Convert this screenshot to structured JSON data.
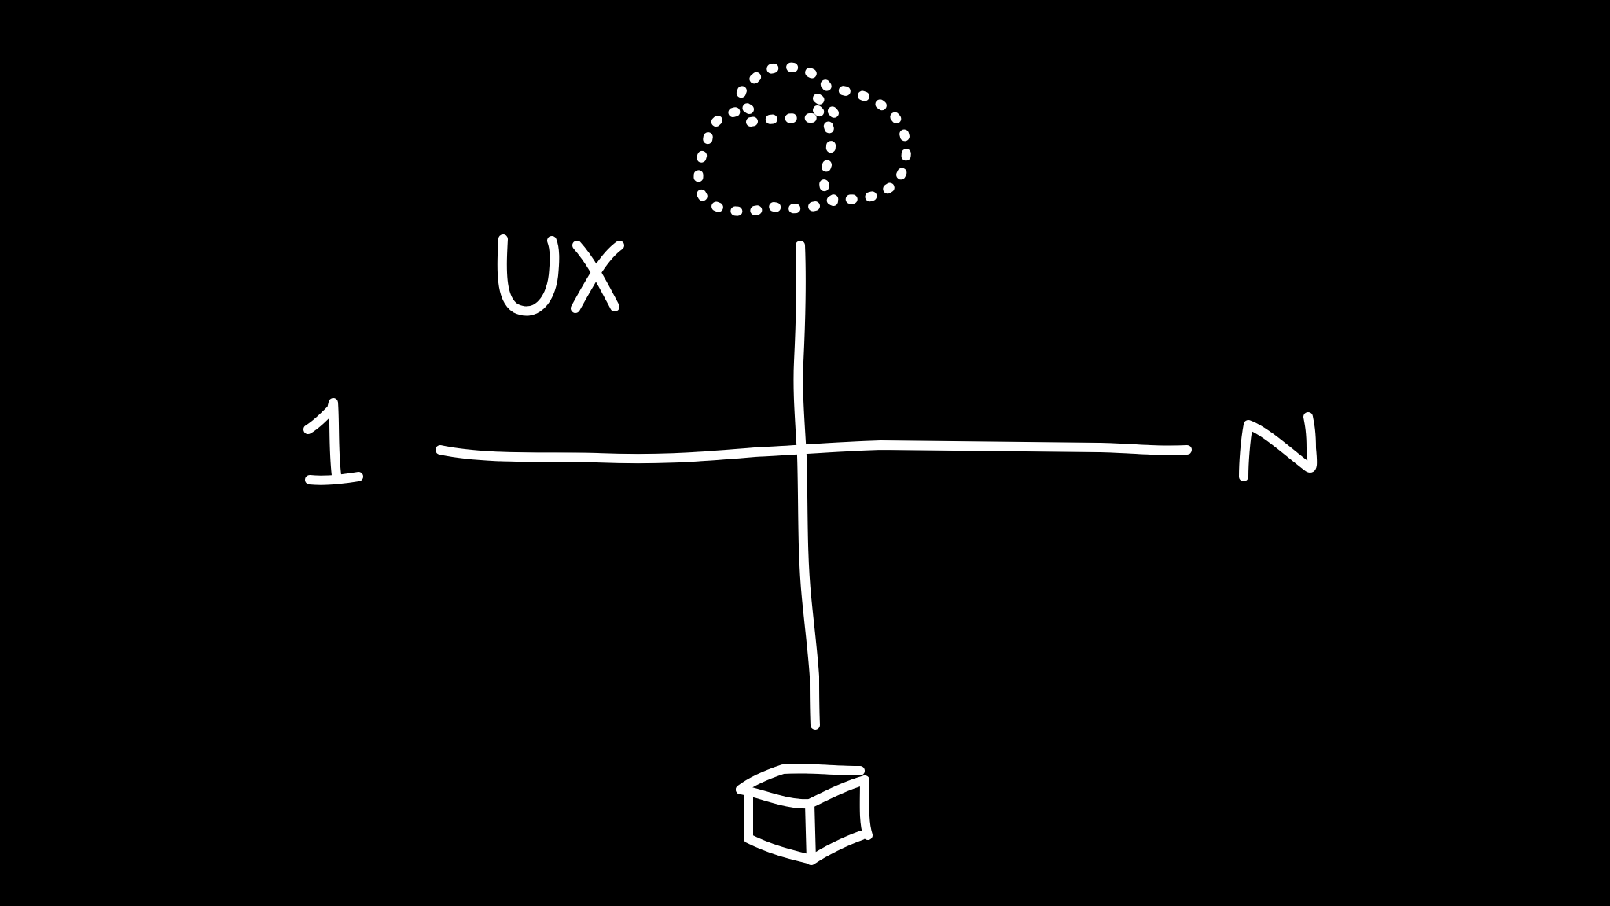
{
  "labels": {
    "top_left": "UX",
    "left_end": "1",
    "right_end": "N"
  },
  "icons": {
    "top": "cloud-icon",
    "bottom": "box-icon"
  },
  "colors": {
    "background": "#000000",
    "ink": "#ffffff"
  }
}
